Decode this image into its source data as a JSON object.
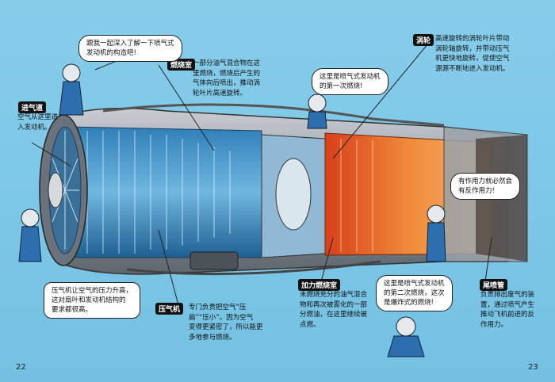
{
  "page_numbers": {
    "left": "22",
    "right": "23"
  },
  "labels": {
    "inlet": {
      "tag": "进气道",
      "desc": [
        "空气从这里进",
        "入发动机。"
      ]
    },
    "combustor": {
      "tag": "燃烧室",
      "desc": [
        "一部分油气混合物在这",
        "里燃烧，燃烧后产生的",
        "气体向后喷出，推动涡",
        "轮叶片高速旋转。"
      ]
    },
    "turbine": {
      "tag": "涡轮",
      "desc": [
        "高速旋转的涡轮叶片带动",
        "涡轮轴旋转，并带动压气",
        "机更快地旋转，促使空气",
        "源源不断地进入发动机。"
      ]
    },
    "compressor": {
      "tag": "压气机",
      "desc": [
        "专门负责把空气“压",
        "扁”“压小”。因为空气",
        "变得更紧密了，所以能更",
        "多地参与燃烧。"
      ]
    },
    "afterburner": {
      "tag": "加力燃烧室",
      "desc": [
        "未燃烧充分的油气混合",
        "物和再次被雾化的一部",
        "分燃油，在这里继续被",
        "点燃。"
      ]
    },
    "nozzle": {
      "tag": "尾喷管",
      "desc": [
        "负责排出废气的装",
        "置，通过喷气产生",
        "推动飞机前进的反",
        "作用力。"
      ]
    }
  },
  "bubbles": {
    "intro": [
      "跟我一起深入了解一下喷气式",
      "发动机的构造吧!"
    ],
    "first_burn": [
      "这里是喷气式发动机",
      "的第一次燃烧!"
    ],
    "reaction": [
      "有作用力就必然会",
      "有反作用力!"
    ],
    "compressor_note": [
      "压气机让空气的压力升高，",
      "这对扇叶和发动机结构的",
      "要求都很高。"
    ],
    "second_burn": [
      "这里是喷气式发动机",
      "的第二次燃烧，这次",
      "是爆炸式的燃烧!"
    ]
  }
}
